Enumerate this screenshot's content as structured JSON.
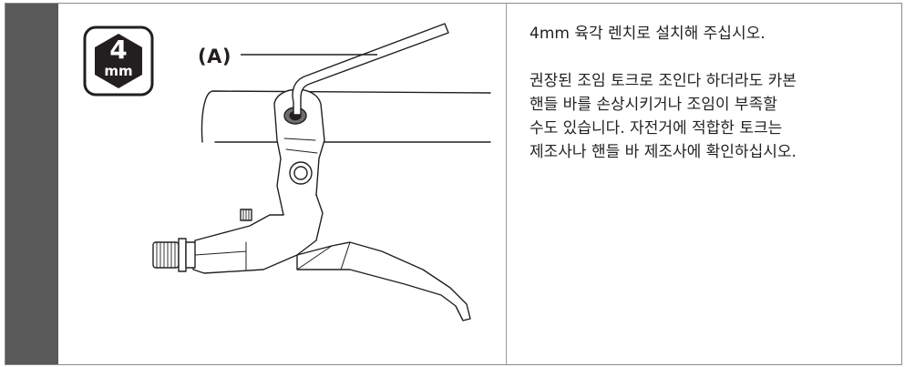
{
  "badge": {
    "number": "4",
    "unit": "mm"
  },
  "callout": {
    "label": "(A)"
  },
  "instructions": {
    "line1": "4mm 육각 렌치로 설치해 주십시오.",
    "warning_lines": [
      "권장된 조임 토크로 조인다 하더라도 카본",
      "핸들 바를 손상시키거나 조임이 부족할",
      "수도 있습니다. 자전거에 적합한 토크는",
      "제조사나 핸들 바 제조사에 확인하십시오."
    ]
  },
  "colors": {
    "sidebar": "#595959",
    "ink": "#231f20",
    "border": "#8a8a8a"
  }
}
